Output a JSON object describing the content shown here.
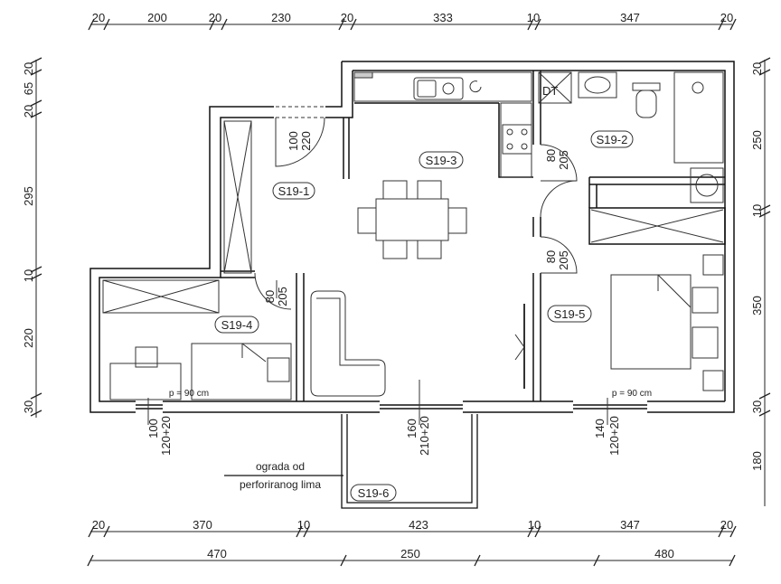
{
  "dimensions": {
    "top": [
      "20",
      "200",
      "20",
      "230",
      "20",
      "333",
      "10",
      "347",
      "20"
    ],
    "bottom_inner": [
      "20",
      "370",
      "10",
      "423",
      "10",
      "347",
      "20"
    ],
    "bottom_outer": [
      "470",
      "250",
      "480"
    ],
    "left": [
      "20",
      "65",
      "20",
      "295",
      "10",
      "220",
      "30"
    ],
    "right": [
      "20",
      "250",
      "10",
      "350",
      "30",
      "180"
    ]
  },
  "rooms": [
    "S19-1",
    "S19-2",
    "S19-3",
    "S19-4",
    "S19-5",
    "S19-6"
  ],
  "openings": {
    "entry": [
      "100",
      "220"
    ],
    "door_s19_2": [
      "80",
      "205"
    ],
    "door_s19_5": [
      "80",
      "205"
    ],
    "door_s19_4": [
      "80",
      "205"
    ],
    "win_s19_4": [
      "100",
      "120+20"
    ],
    "win_balcony": [
      "160",
      "210+20"
    ],
    "win_s19_5": [
      "140",
      "120+20"
    ],
    "sill_s19_4": "p = 90 cm",
    "sill_s19_5": "p = 90 cm"
  },
  "fixtures": {
    "dryer_label": "DT"
  },
  "note": {
    "line1": "ograda od",
    "line2": "perforiranog lima"
  }
}
